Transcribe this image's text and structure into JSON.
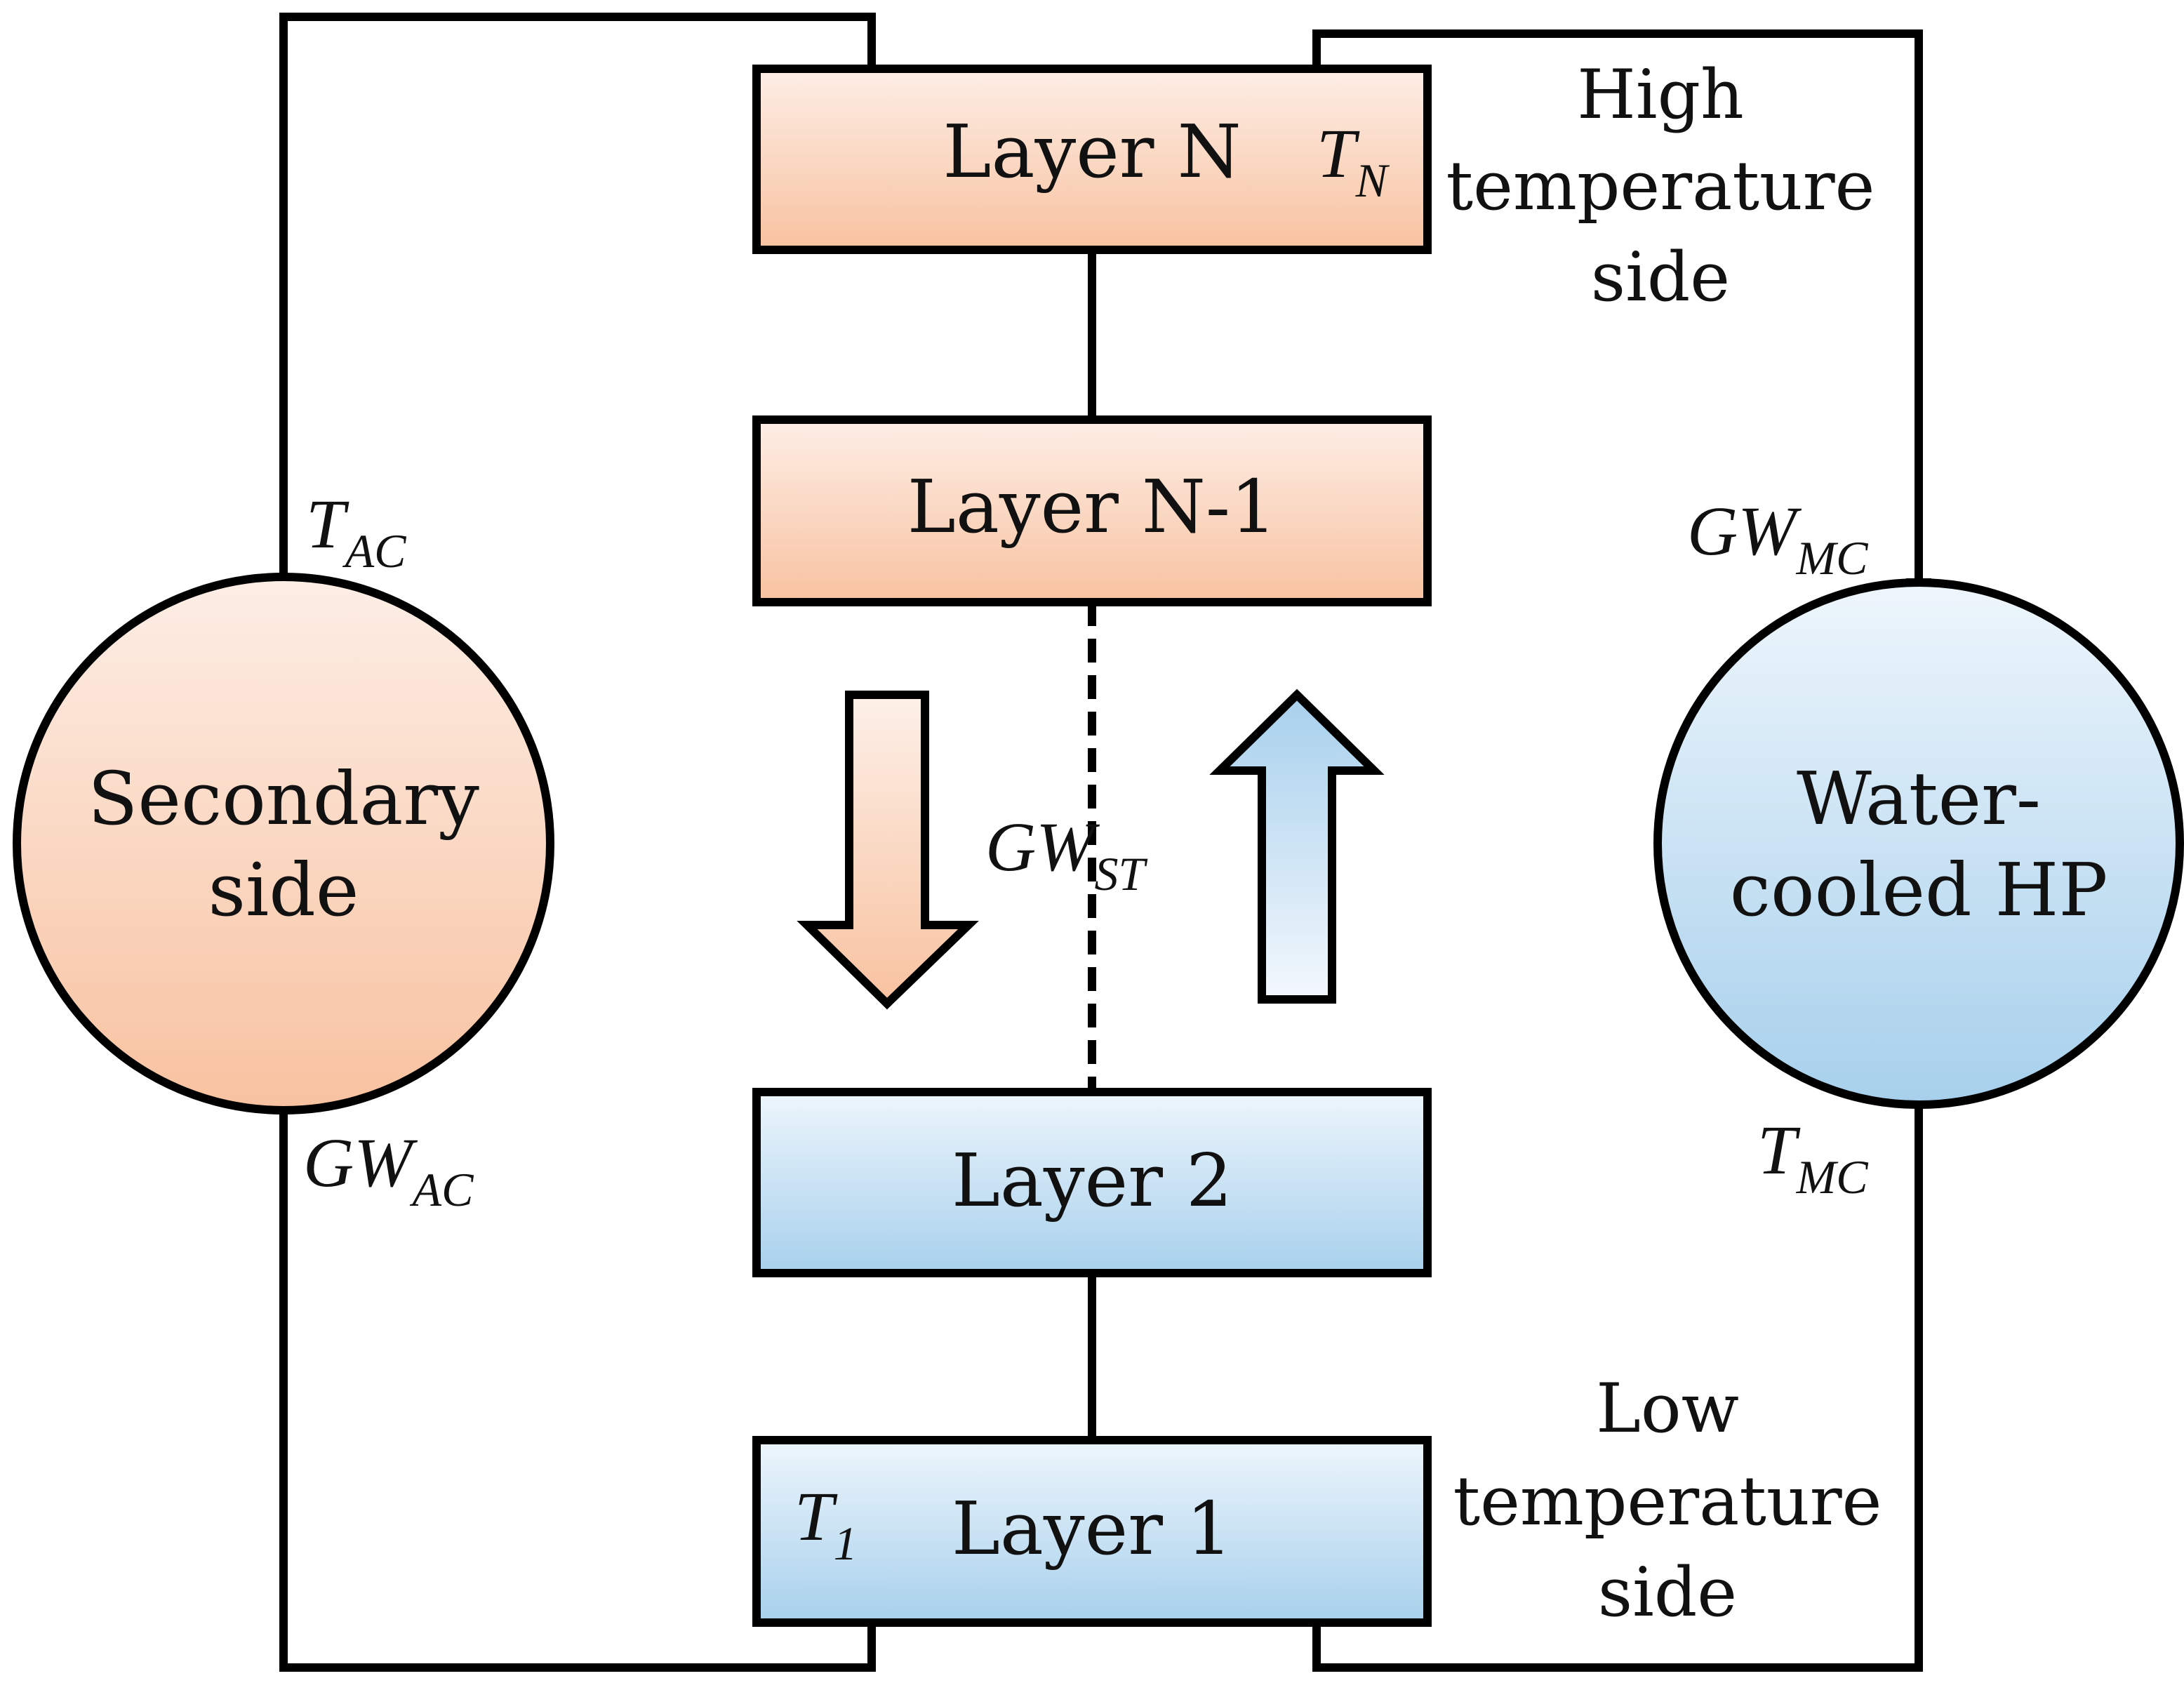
{
  "layers": {
    "layer_n": "Layer N",
    "layer_n_minus_1": "Layer N-1",
    "layer_2": "Layer 2",
    "layer_1": "Layer 1"
  },
  "nodes": {
    "secondary_line1": "Secondary",
    "secondary_line2": "side",
    "hp_line1": "Water-",
    "hp_line2": "cooled HP"
  },
  "sides": {
    "high_line1": "High",
    "high_line2": "temperature",
    "high_line3": "side",
    "low_line1": "Low",
    "low_line2": "temperature",
    "low_line3": "side"
  },
  "variables": {
    "t_n": {
      "base": "T",
      "sub": "N"
    },
    "t_1": {
      "base": "T",
      "sub": "1"
    },
    "t_ac": {
      "base": "T",
      "sub": "AC"
    },
    "gw_ac": {
      "base": "GW",
      "sub": "AC"
    },
    "gw_mc": {
      "base": "GW",
      "sub": "MC"
    },
    "t_mc": {
      "base": "T",
      "sub": "MC"
    },
    "gw_st": {
      "base": "GW",
      "sub": "ST"
    }
  },
  "colors": {
    "warm_light": "#fdeee6",
    "warm": "#f8c2a0",
    "cool_light": "#eef6fc",
    "cool": "#a7d0ec",
    "stroke": "#000000"
  }
}
